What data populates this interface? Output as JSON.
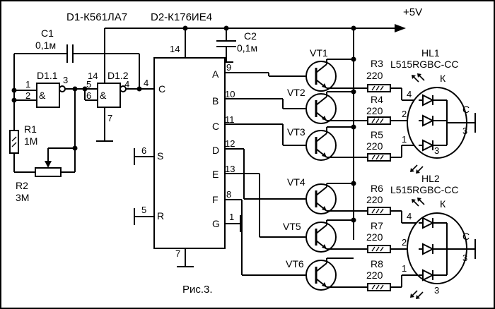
{
  "header": {
    "d1_part": "D1-К561ЛА7",
    "d2_part": "D2-К176ИЕ4",
    "supply": "+5V"
  },
  "caption": "Рис.3.",
  "caps": {
    "c1": {
      "name": "C1",
      "value": "0,1м"
    },
    "c2": {
      "name": "C2",
      "value": "0,1м"
    }
  },
  "resistors": {
    "r1": {
      "name": "R1",
      "value": "1М"
    },
    "r2": {
      "name": "R2",
      "value": "3М"
    },
    "r3": {
      "name": "R3",
      "value": "220"
    },
    "r4": {
      "name": "R4",
      "value": "220"
    },
    "r5": {
      "name": "R5",
      "value": "220"
    },
    "r6": {
      "name": "R6",
      "value": "220"
    },
    "r7": {
      "name": "R7",
      "value": "220"
    },
    "r8": {
      "name": "R8",
      "value": "220"
    }
  },
  "gates": {
    "d11": {
      "name": "D1.1",
      "symbol": "&",
      "pin_in_a": "1",
      "pin_in_b": "2",
      "pin_out": "3"
    },
    "d12": {
      "name": "D1.2",
      "symbol": "&",
      "pin_in_a": "5",
      "pin_in_b": "6",
      "pin_out": "4",
      "pin_vcc": "14",
      "pin_gnd": "7"
    }
  },
  "counter": {
    "pin_vcc": "14",
    "pin_gnd": "7",
    "pin_c": "4",
    "pin_s": "6",
    "pin_r": "5",
    "pin_g": "1",
    "label_c_in": "C",
    "label_s": "S",
    "label_r": "R",
    "outputs": [
      {
        "label": "A",
        "pin": "9"
      },
      {
        "label": "B",
        "pin": "10"
      },
      {
        "label": "C",
        "pin": "11"
      },
      {
        "label": "D",
        "pin": "12"
      },
      {
        "label": "E",
        "pin": "13"
      },
      {
        "label": "F",
        "pin": "8"
      },
      {
        "label": "G",
        "pin": "1"
      }
    ]
  },
  "transistors": [
    "VT1",
    "VT2",
    "VT3",
    "VT4",
    "VT5",
    "VT6"
  ],
  "leds": {
    "hl1": {
      "name": "HL1",
      "part": "L515RGBC-CC",
      "k": "К",
      "c": "С",
      "pin_top": "4",
      "pin_mid": "2",
      "pin_bot": "1",
      "pin_common": "3",
      "pin_extra": "3"
    },
    "hl2": {
      "name": "HL2",
      "part": "L515RGBC-CC",
      "k": "К",
      "c": "С",
      "pin_top": "4",
      "pin_mid": "2",
      "pin_bot": "1",
      "pin_common": "3",
      "pin_extra": "3"
    }
  }
}
